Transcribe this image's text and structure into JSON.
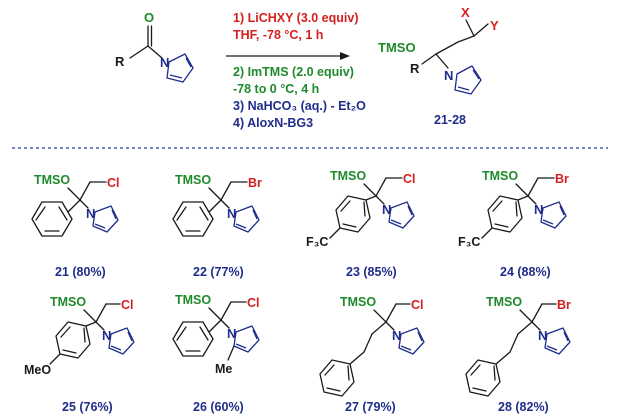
{
  "scheme": {
    "starting_material": {
      "r": "R",
      "n": "N",
      "o": "O"
    },
    "conditions_top": [
      "1) LiCHXY (3.0 equiv)",
      "THF, -78 °C, 1 h"
    ],
    "conditions_bottom": [
      "2) ImTMS (2.0 equiv)",
      "-78 to 0 °C, 4 h",
      "3) NaHCO₃ (aq.) - Et₂O",
      "4) AloxN-BG3"
    ],
    "product_general": {
      "tmso": "TMSO",
      "x": "X",
      "y": "Y",
      "r": "R",
      "n": "N",
      "label": "21-28"
    }
  },
  "products": [
    {
      "label": "21 (80%)",
      "tmso": "TMSO",
      "halogen": "Cl",
      "n": "N"
    },
    {
      "label": "22 (77%)",
      "tmso": "TMSO",
      "halogen": "Br",
      "n": "N"
    },
    {
      "label": "23 (85%)",
      "tmso": "TMSO",
      "halogen": "Cl",
      "n": "N",
      "para": "F₃C"
    },
    {
      "label": "24 (88%)",
      "tmso": "TMSO",
      "halogen": "Br",
      "n": "N",
      "para": "F₃C"
    },
    {
      "label": "25 (76%)",
      "tmso": "TMSO",
      "halogen": "Cl",
      "n": "N",
      "para": "MeO"
    },
    {
      "label": "26 (60%)",
      "tmso": "TMSO",
      "halogen": "Cl",
      "n": "N",
      "ring_sub": "Me"
    },
    {
      "label": "27 (79%)",
      "tmso": "TMSO",
      "halogen": "Cl",
      "n": "N"
    },
    {
      "label": "28 (82%)",
      "tmso": "TMSO",
      "halogen": "Br",
      "n": "N"
    }
  ],
  "colors": {
    "reagent": "#d42020",
    "silyl": "#1f8a2c",
    "conditions": "#1f2d8c",
    "halogen": "#d42020",
    "divider": "#2b3c9e"
  }
}
